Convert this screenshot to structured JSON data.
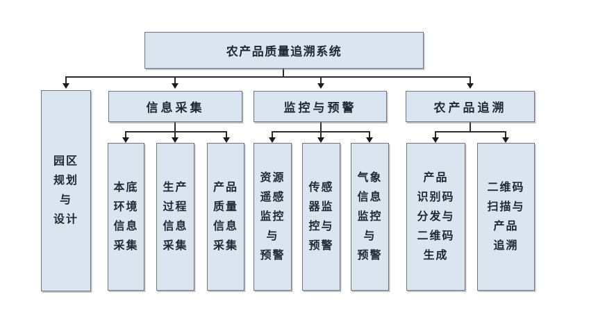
{
  "diagram": {
    "title": "农产品质量追溯系统",
    "colors": {
      "box_fill": "#dbe5f0",
      "box_border": "#6e7681",
      "connector_line": "#2b2b2b",
      "text": "#1d2736",
      "background": "#ffffff"
    },
    "root": {
      "label": "农产品质量追溯系统"
    },
    "branch_park": {
      "label": "园区\n规划\n与\n设计"
    },
    "branch_info": {
      "label": "信息采集",
      "children": [
        {
          "label": "本底\n环境\n信息\n采集"
        },
        {
          "label": "生产\n过程\n信息\n采集"
        },
        {
          "label": "产品\n质量\n信息\n采集"
        }
      ]
    },
    "branch_monitor": {
      "label": "监控与预警",
      "children": [
        {
          "label": "资源\n遥感\n监控\n与\n预警"
        },
        {
          "label": "传感\n器监\n控与\n预警"
        },
        {
          "label": "气象\n信息\n监控\n与\n预警"
        }
      ]
    },
    "branch_trace": {
      "label": "农产品追溯",
      "children": [
        {
          "label": "产品\n识别码\n分发与\n二维码\n生成"
        },
        {
          "label": "二维码\n扫描与\n产品\n追溯"
        }
      ]
    }
  }
}
